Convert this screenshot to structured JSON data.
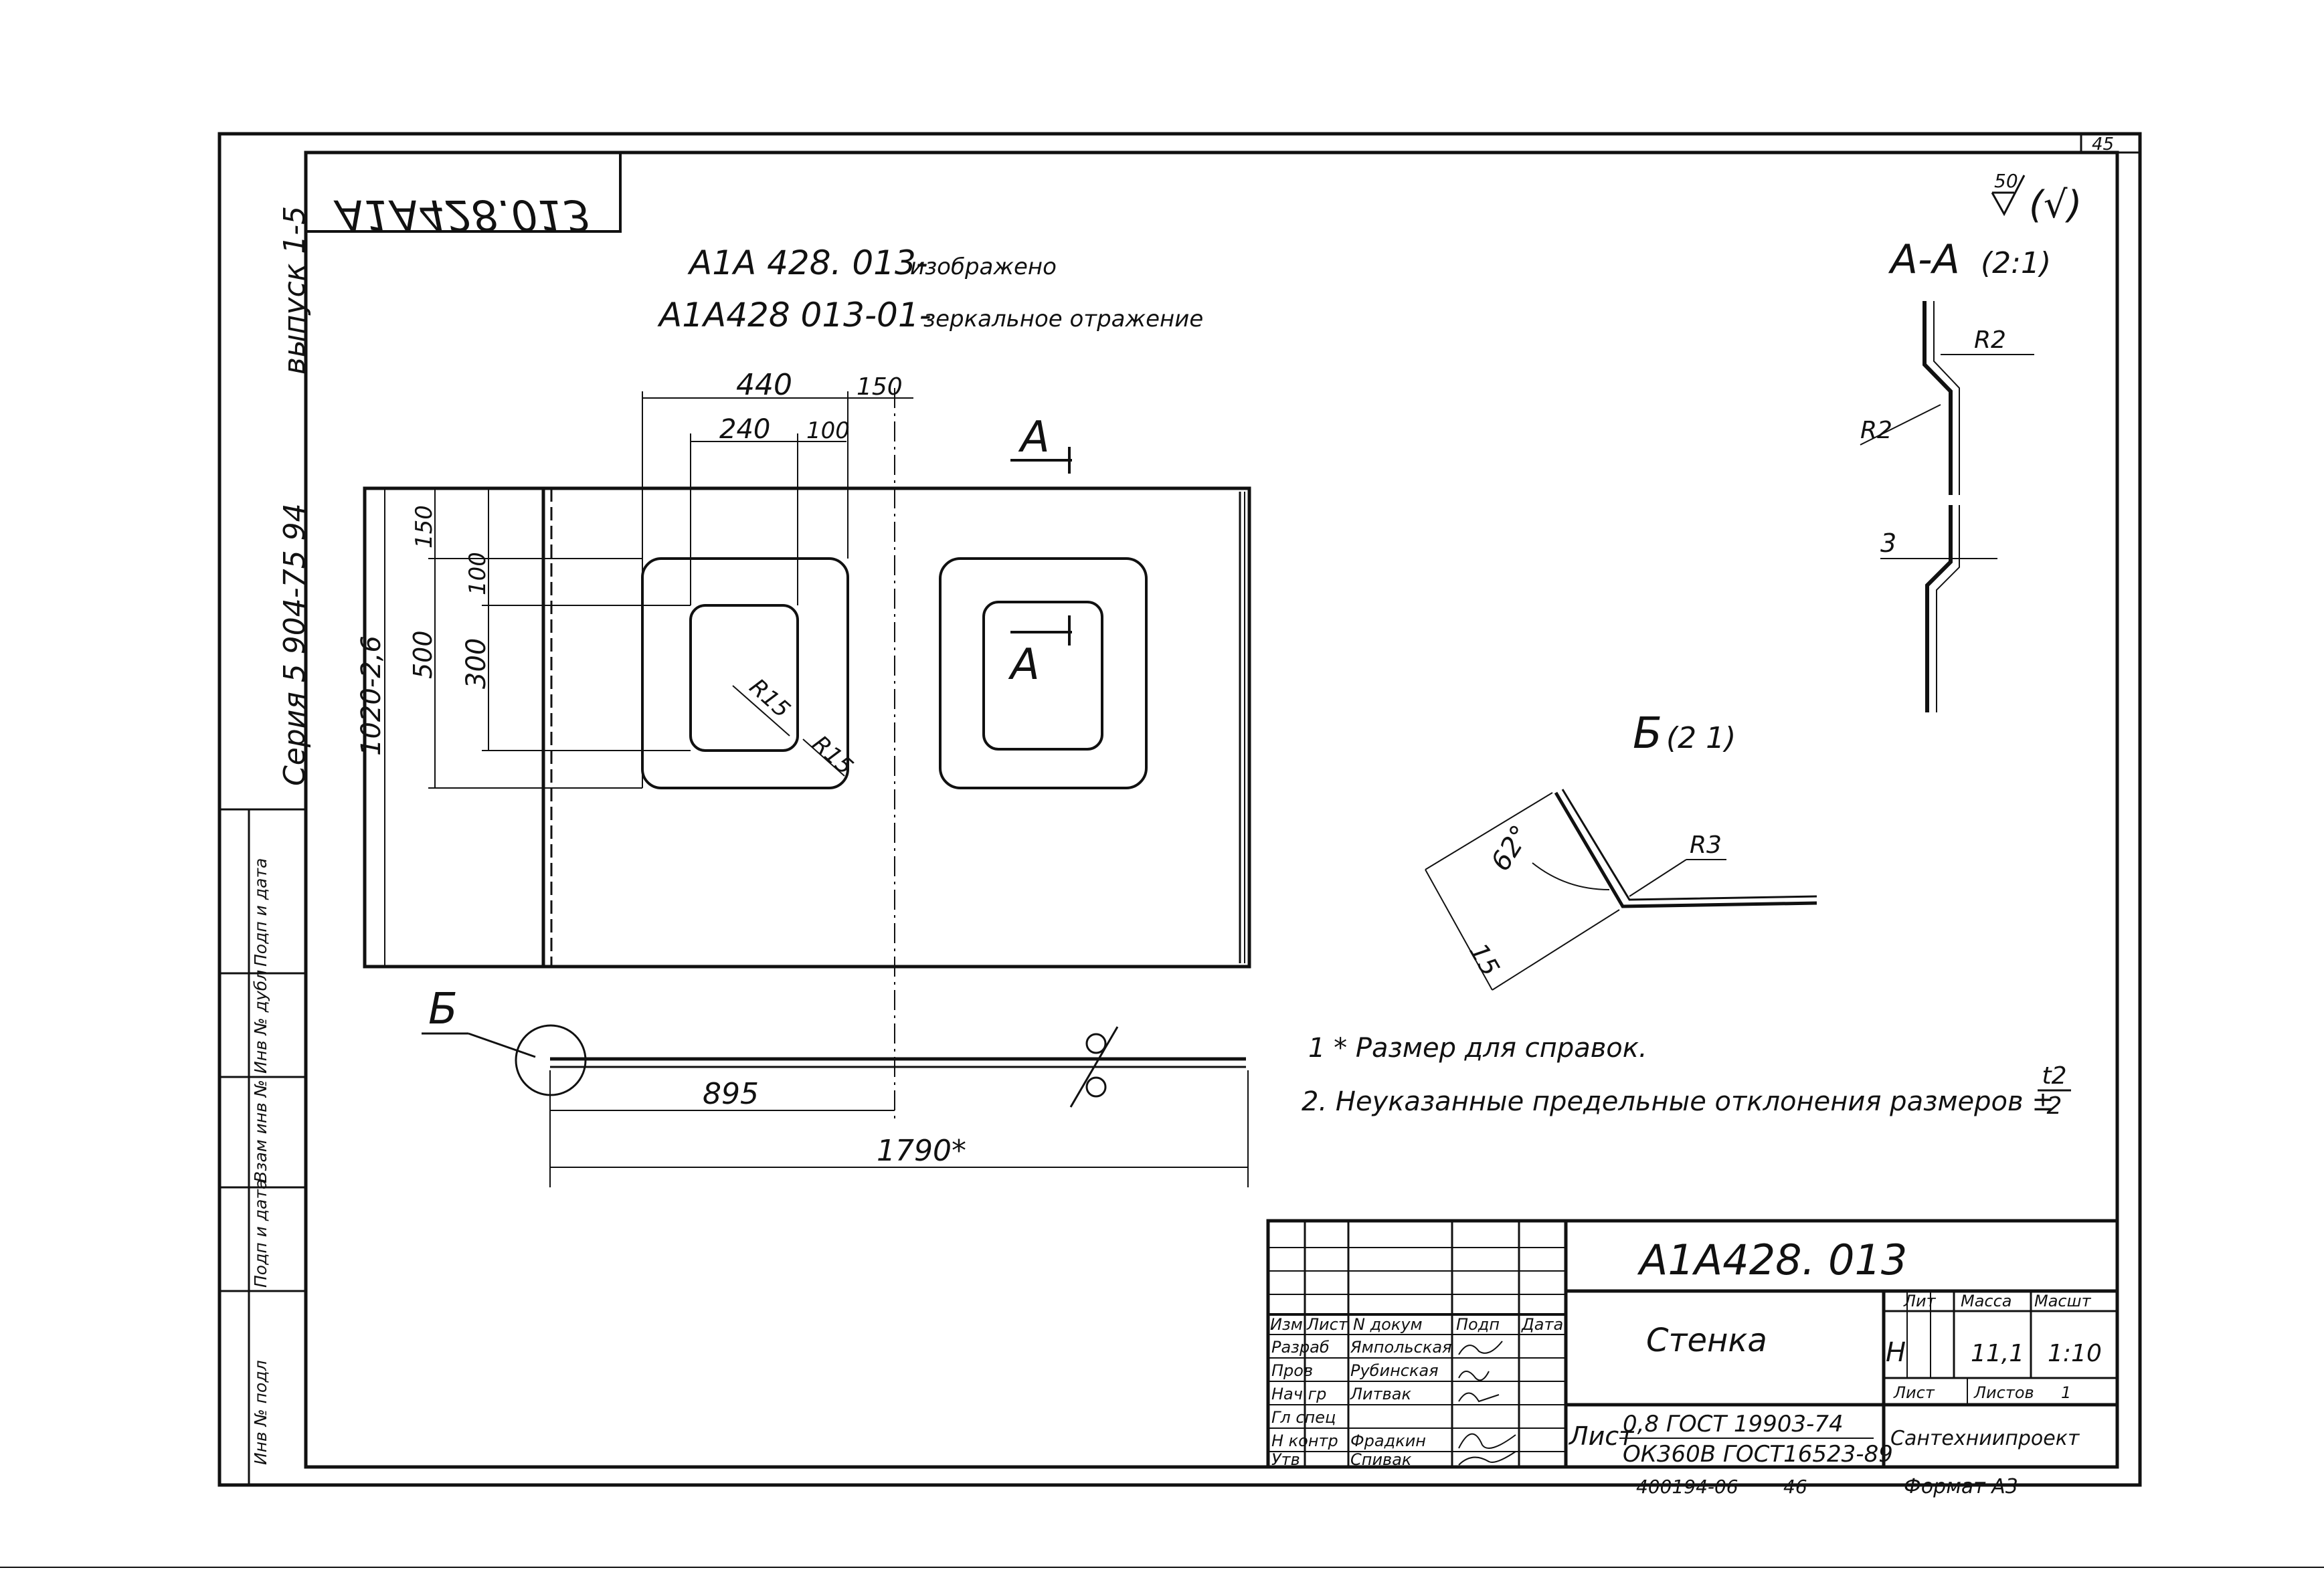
{
  "sheet_number": "45",
  "stamp_mirrored": "A1A428.013",
  "variant_lines": {
    "line1_code": "A1A 428. 013-",
    "line1_text": "изображено",
    "line2_code": "A1A428 013-01-",
    "line2_text": "зеркальное отражение"
  },
  "roughness": {
    "value": "50",
    "suffix": "(√)"
  },
  "side_binding": {
    "issue": "выпуск 1-5",
    "series": "Серия 5 904-75 94",
    "fields": [
      "Подп и дата",
      "Инв № дубл",
      "Взам инв №",
      "Подп и дата",
      "Инв № подл"
    ]
  },
  "views": {
    "aa_title": "A-A",
    "aa_scale": "(2:1)",
    "b_title": "Б",
    "b_scale": "(2 1)",
    "cut_a_top": "A",
    "cut_a_mid": "A",
    "detail_b_label": "Б"
  },
  "dimensions": {
    "d440": "440",
    "d150h": "150",
    "d240": "240",
    "d100h": "100",
    "d1020": "1020-2,6",
    "d500": "500",
    "d150v": "150",
    "d100v": "100",
    "d300": "300",
    "r15a": "R15",
    "r15b": "R15",
    "d895": "895",
    "d1790": "1790*",
    "r2a": "R2",
    "r2b": "R2",
    "d3": "3",
    "angle62": "62°",
    "d15": "15",
    "r3": "R3"
  },
  "notes": [
    "1 * Размер для справок.",
    "2. Неуказанные предельные отклонения размеров ±"
  ],
  "tolerance_fraction": {
    "num": "t2",
    "den": "2"
  },
  "title_block": {
    "designation": "A1A428. 013",
    "name": "Стенка",
    "column_headers": [
      "Изм",
      "Лист",
      "N докум",
      "Подп",
      "Дата"
    ],
    "roles": [
      {
        "role": "Разраб",
        "name": "Ямпольская"
      },
      {
        "role": "Пров",
        "name": "Рубинская"
      },
      {
        "role": "Нач гр",
        "name": "Литвак"
      },
      {
        "role": "Гл спец",
        "name": ""
      },
      {
        "role": "Н контр",
        "name": "Фрадкин"
      },
      {
        "role": "Утв",
        "name": "Спивак"
      }
    ],
    "material_prefix": "Лист",
    "material_line1": "0,8 ГОСТ 19903-74",
    "material_line2": "ОК360В ГОСТ16523-89",
    "lit_header": "Лит",
    "mass_header": "Масса",
    "scale_header": "Масшт",
    "lit_value": "Н",
    "mass_value": "11,1",
    "scale_value": "1:10",
    "sheet_label": "Лист",
    "sheets_label": "Листов",
    "sheets_value": "1",
    "organization": "Сантехниипроект"
  },
  "footer": {
    "inventory": "400194-06",
    "page": "46",
    "format": "Формат А3"
  }
}
